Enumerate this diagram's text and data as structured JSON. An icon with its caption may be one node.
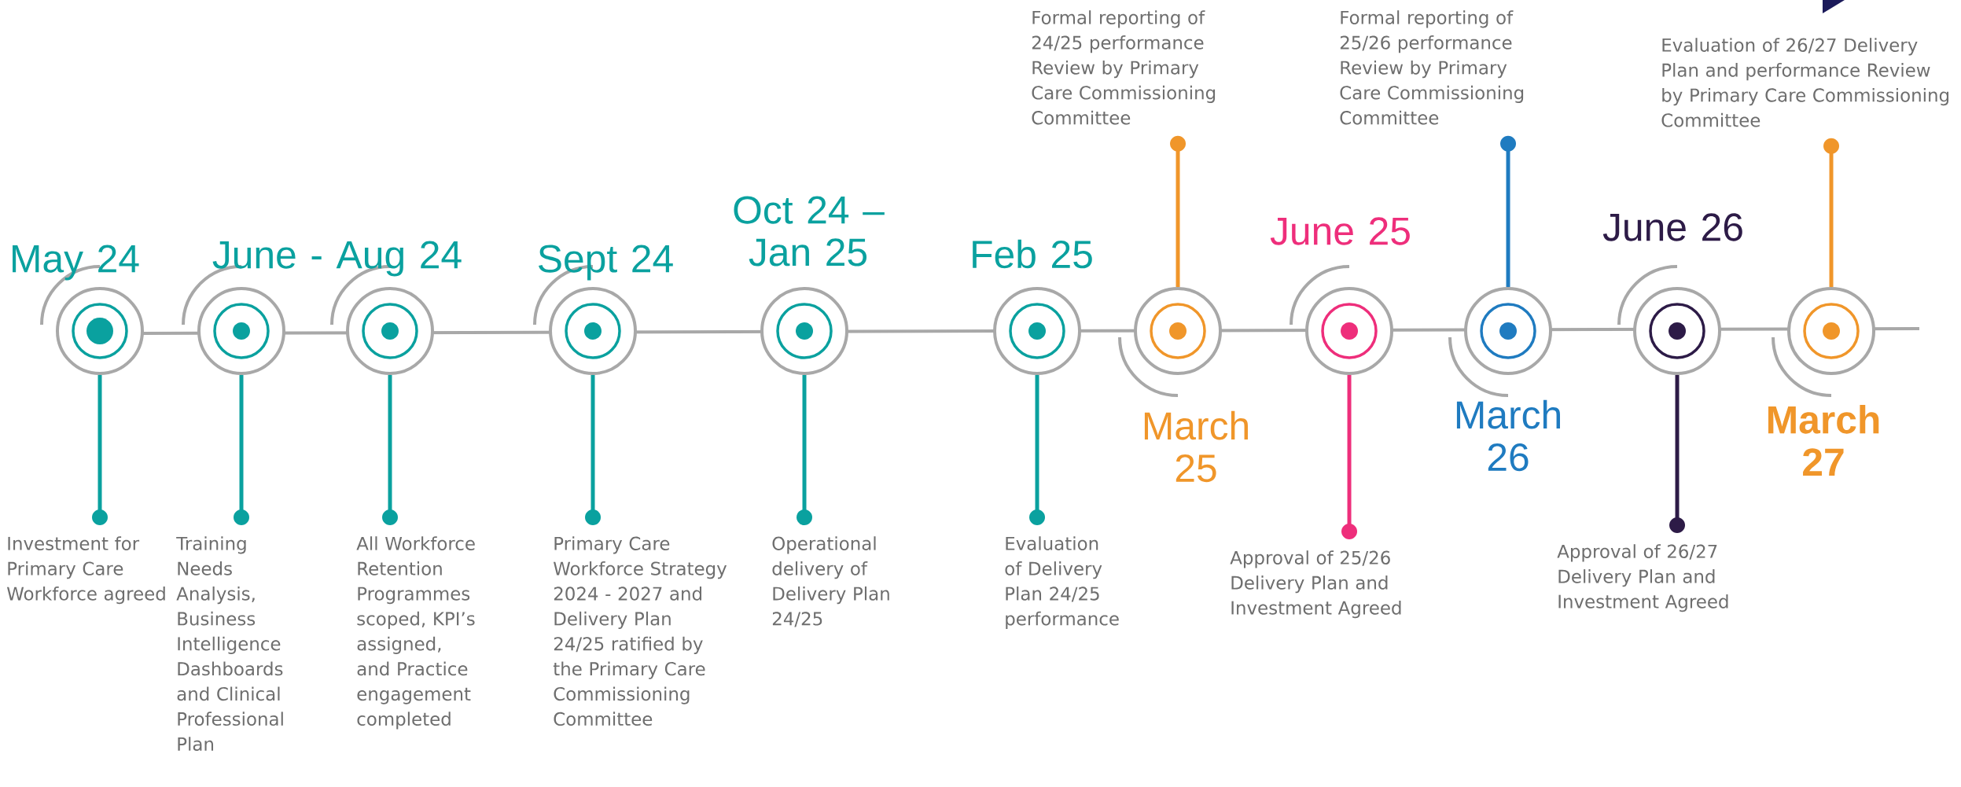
{
  "diagram": {
    "nodes": [
      {
        "text": [],
        "shape": "circle",
        "beside": [
          "May 24"
        ]
      },
      {
        "text": [
          "Investment for Primary Care Workforce agreed"
        ]
      },
      {
        "text": [],
        "shape": "circle",
        "beside": [
          "June - Aug 24"
        ]
      },
      {
        "text": [
          "Training Needs Analysis, Business Intelligence Dashboards and Clinical Professional Plan"
        ]
      },
      {
        "text": [],
        "shape": "circle"
      },
      {
        "text": [
          "All Workforce Retention Programmes scoped, KPI’s assigned, and Practice engagement completed"
        ]
      },
      {
        "text": [],
        "shape": "circle",
        "beside": [
          "Sept 24"
        ]
      },
      {
        "text": [
          "Primary Care Workforce Strategy 2024 - 2027 and Delivery Plan 24/25 ratified by the Primary Care Commissioning Committee"
        ]
      },
      {
        "text": [],
        "shape": "circle",
        "beside": [
          "Oct 24 – Jan 25"
        ]
      },
      {
        "text": [
          "Operational delivery of Delivery Plan 24/25"
        ]
      },
      {
        "text": [],
        "shape": "circle",
        "beside": [
          "Feb 25"
        ]
      },
      {
        "text": [
          "Evaluation of Delivery Plan 24/25 performance"
        ]
      },
      {
        "text": [],
        "shape": "circle",
        "beside": [
          "March 25"
        ]
      },
      {
        "text": [
          "Formal reporting of 24/25  performance Review by Primary Care Commissioning Committee"
        ]
      },
      {
        "text": [],
        "shape": "circle",
        "beside": [
          "June 25"
        ]
      },
      {
        "text": [
          "Approval of 25/26 Delivery Plan and Investment Agreed"
        ]
      },
      {
        "text": [],
        "shape": "circle",
        "beside": [
          "March 26"
        ]
      },
      {
        "text": [
          "Formal reporting of 25/26  performance Review by Primary Care Commissioning Committee"
        ]
      },
      {
        "text": [],
        "shape": "circle",
        "beside": [
          "June 26"
        ]
      },
      {
        "text": [
          "Approval of 26/27 Delivery Plan and Investment Agreed"
        ]
      },
      {
        "text": [],
        "shape": "circle",
        "beside": [
          "March 27"
        ]
      },
      {
        "text": [
          "Evaluation of 26/27 Delivery Plan and performance Review by Primary Care Commissioning Committee"
        ]
      }
    ],
    "edges": [
      {
        "from": 0,
        "to": 1,
        "arrow": "other"
      },
      {
        "from": 2,
        "to": 3,
        "arrow": "other"
      },
      {
        "from": 4,
        "to": 5,
        "arrow": "other"
      },
      {
        "from": 6,
        "to": 7,
        "arrow": "other"
      },
      {
        "from": 8,
        "to": 9,
        "arrow": "other"
      },
      {
        "from": 10,
        "to": 11,
        "arrow": "other"
      },
      {
        "from": 12,
        "to": 13,
        "arrow": "other",
        "color": "#f0962a"
      },
      {
        "from": 14,
        "to": 15,
        "arrow": "other",
        "color": "#ee2e7b"
      },
      {
        "from": 16,
        "to": 17,
        "arrow": "other",
        "color": "#1f7bc0"
      },
      {
        "from": 18,
        "to": 19,
        "arrow": "other",
        "color": "#2d1b47"
      },
      {
        "from": 20,
        "to": 21,
        "arrow": "other",
        "color": "#f0962a"
      }
    ]
  }
}
